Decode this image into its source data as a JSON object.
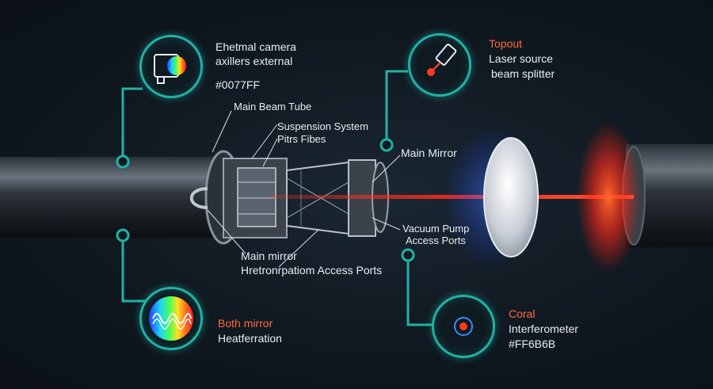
{
  "callouts": {
    "thermal_camera": {
      "line1": "Ehetmal camera",
      "line2": "axillers external",
      "line3": "#0077FF"
    },
    "laser_source": {
      "title": "Topout",
      "line1": "Laser source",
      "line2": "beam splitter"
    },
    "heat_map": {
      "title": "Both mirror",
      "line1": "Heatferration"
    },
    "interferometer": {
      "title": "Coral",
      "line1": "Interferometer",
      "line2": "#FF6B6B"
    }
  },
  "labels": {
    "main_beam_tube": "Main Beam Tube",
    "suspension_system": "Suspension System",
    "pitrs_fibes": "Pitrs Fibes",
    "main_mirror_upper": "Main Mirror",
    "vacuum_pump_1": "Vacuum Pump",
    "vacuum_pump_2": "Access Ports",
    "main_mirror_lower": "Main mirror",
    "access_ports": "Hretronrpatiom Access Ports"
  },
  "colors": {
    "teal": "#1fb3a6",
    "orange": "#ff6a3d",
    "laser_red": "#ff2a1a",
    "text": "#e8eef3",
    "thermal_hex": "#0077FF",
    "coral_hex": "#FF6B6B"
  }
}
